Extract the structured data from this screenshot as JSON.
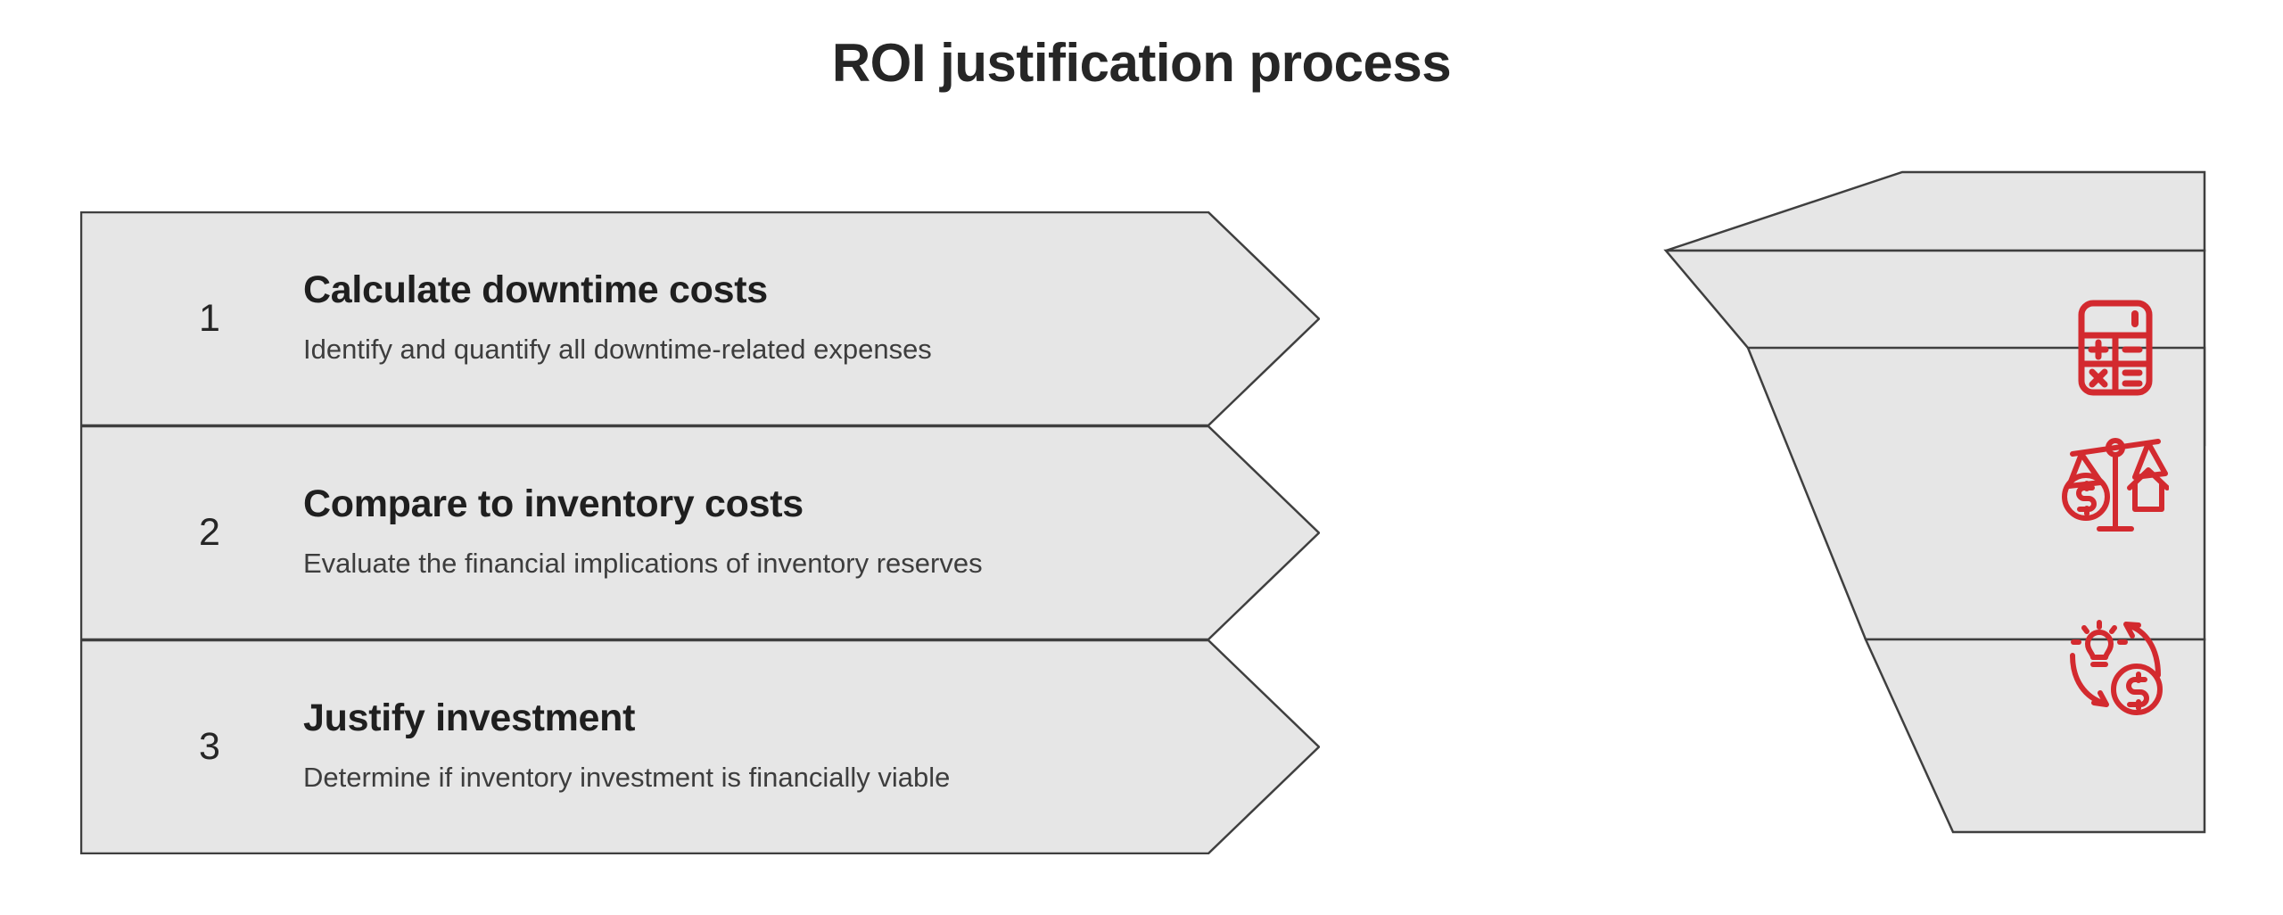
{
  "title": "ROI justification process",
  "theme": {
    "shape_fill": "#e6e6e6",
    "shape_stroke": "#3f3f3f",
    "accent": "#d32a2f",
    "title_color": "#262626",
    "heading_color": "#1f1f1f",
    "body_color": "#3d3d3d",
    "background": "#ffffff"
  },
  "steps": [
    {
      "number": "1",
      "heading": "Calculate downtime costs",
      "description": "Identify and quantify all downtime-related expenses",
      "icon": "calculator-icon"
    },
    {
      "number": "2",
      "heading": "Compare to inventory costs",
      "description": "Evaluate the financial implications of inventory reserves",
      "icon": "balance-scale-icon"
    },
    {
      "number": "3",
      "heading": "Justify investment",
      "description": "Determine if inventory investment is financially viable",
      "icon": "idea-to-money-icon"
    }
  ],
  "icons": {
    "calculator": "calculator-icon",
    "balance": "balance-scale-icon",
    "roi": "idea-to-money-icon"
  }
}
